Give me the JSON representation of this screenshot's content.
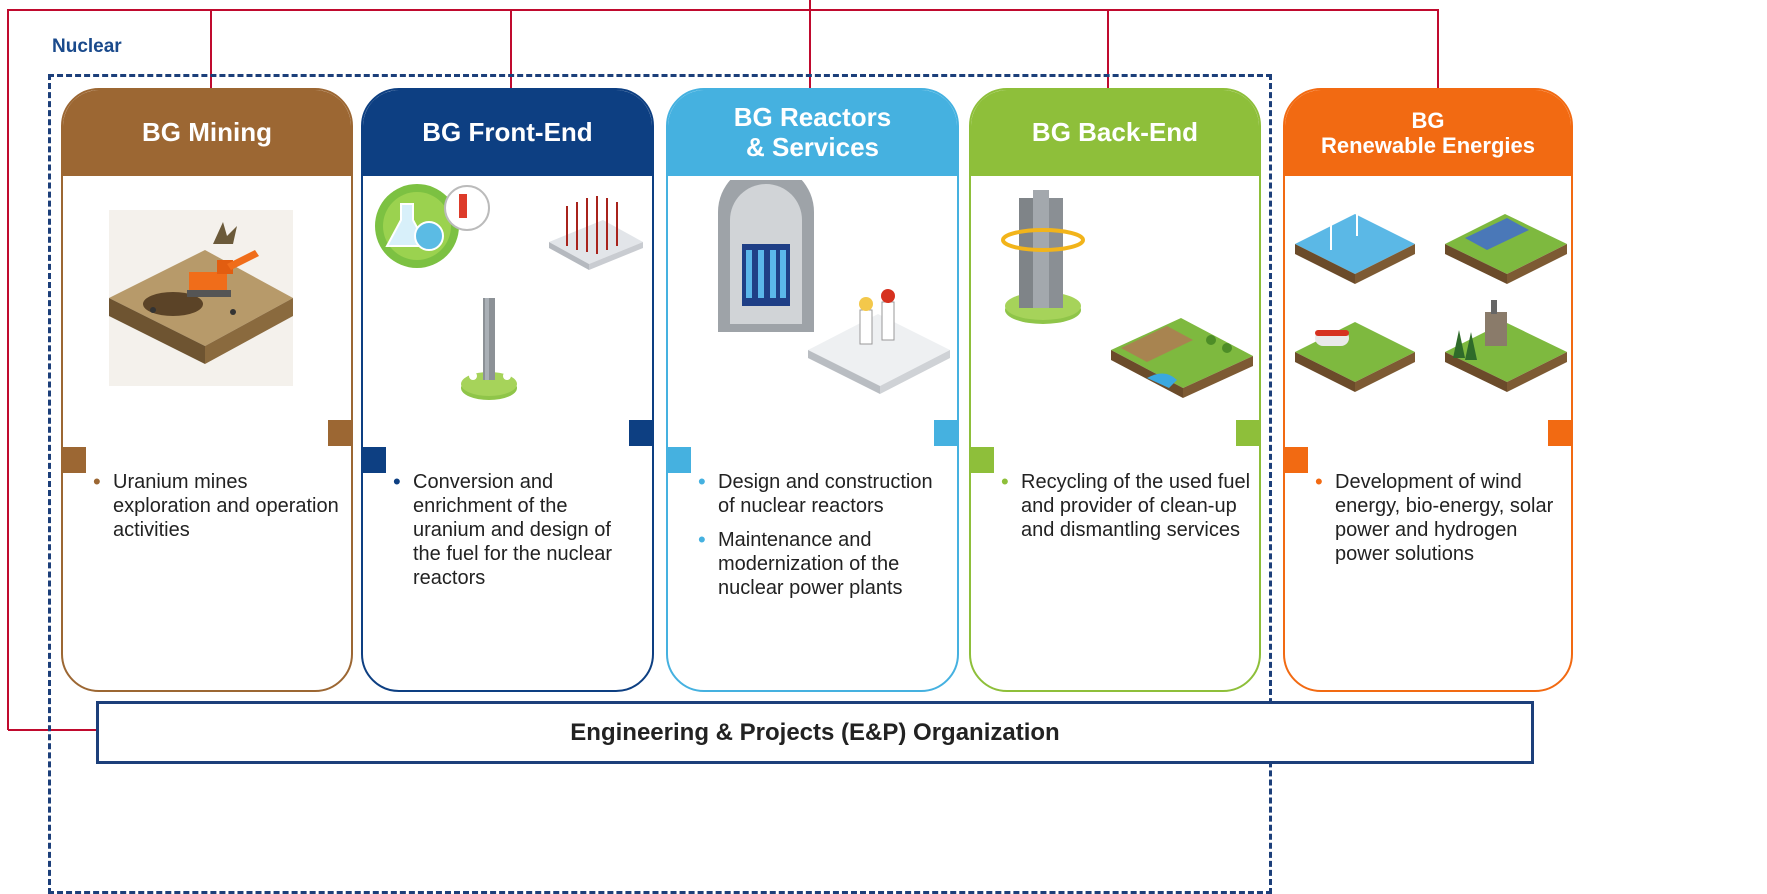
{
  "group_label": "Nuclear",
  "cards": [
    {
      "id": "mining",
      "title": "BG Mining",
      "color": "#9c6733",
      "bullets": [
        "Uranium mines exploration and operation activities"
      ],
      "illustration": "mining-excavator-icon"
    },
    {
      "id": "front-end",
      "title": "BG Front-End",
      "color": "#0d3f82",
      "bullets": [
        "Conversion and enrichment of the uranium and design of the fuel for the nuclear reactors"
      ],
      "illustration": "chemistry-and-fuel-assembly-icon"
    },
    {
      "id": "reactors",
      "title_lines": [
        "BG Reactors",
        "& Services"
      ],
      "color": "#45b1e0",
      "bullets": [
        "Design and construction of nuclear reactors",
        "Maintenance and modernization of the nuclear power plants"
      ],
      "illustration": "reactor-vessel-and-workers-icon"
    },
    {
      "id": "back-end",
      "title": "BG Back-End",
      "color": "#8ebf3a",
      "bullets": [
        "Recycling of the used fuel and provider of clean-up and dismantling services"
      ],
      "illustration": "recycling-tower-and-land-icon"
    },
    {
      "id": "renewables",
      "title_lines": [
        "BG",
        "Renewable Energies"
      ],
      "color": "#f26a12",
      "bullets": [
        "Development of wind energy, bio-energy, solar power and hydrogen power solutions"
      ],
      "illustration": "wind-solar-bio-hydrogen-icon"
    }
  ],
  "footer_label": "Engineering & Projects (E&P) Organization",
  "line_color": "#c00a2e",
  "dashed_border_color": "#1c3f7a"
}
